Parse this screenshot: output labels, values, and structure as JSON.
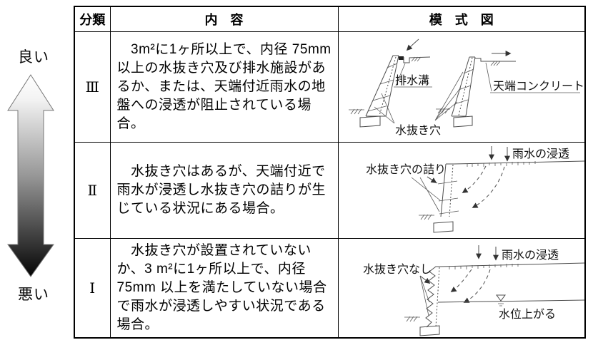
{
  "gauge": {
    "top_label": "良い",
    "bottom_label": "悪い",
    "gradient_top_color": "#ffffff",
    "gradient_bottom_color": "#050505"
  },
  "table": {
    "headers": {
      "classification": "分類",
      "content": "内　容",
      "diagram": "模　式　図"
    },
    "rows": [
      {
        "classification": "Ⅲ",
        "content": "　3m²に1ヶ所以上で、内径 75mm\n以上の水抜き穴及び排水施設があ\nるか、または、天端付近雨水の地\n盤への浸透が阻止されている場\n合。",
        "labels": {
          "drainage_ditch": "排水溝",
          "crest_concrete": "天端コンクリート",
          "drain_holes": "水抜き穴"
        }
      },
      {
        "classification": "Ⅱ",
        "content": "　水抜き穴はあるが、天端付近で\n雨水が浸透し水抜き穴の詰りが生\nじている状況にある場合。",
        "labels": {
          "drain_hole_clogging": "水抜き穴の詰り",
          "rainwater_infiltration": "雨水の浸透"
        }
      },
      {
        "classification": "Ⅰ",
        "content": "　水抜き穴が設置されていない\nか、3 m²に1ヶ所以上で、内径\n75mm 以上を満たしていない場合\nで雨水が浸透しやすい状況である\n場合。",
        "labels": {
          "no_drain_holes": "水抜き穴なし",
          "rainwater_infiltration": "雨水の浸透",
          "water_level_rises": "水位上がる"
        }
      }
    ]
  },
  "colors": {
    "border": "#000000",
    "text": "#000000",
    "diagram_line": "#4d4d4d"
  }
}
